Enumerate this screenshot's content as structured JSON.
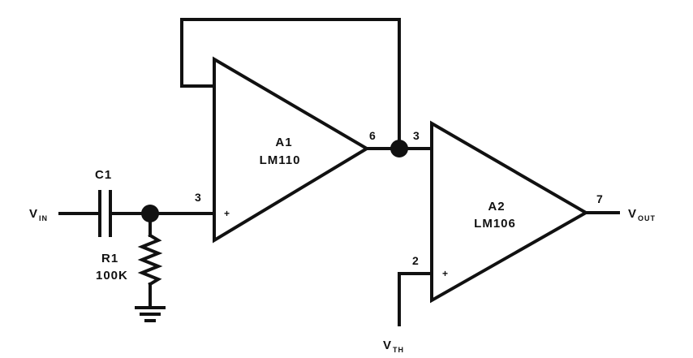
{
  "amplifiers": {
    "a1": {
      "name": "A1",
      "part": "LM110",
      "pin_in": "3",
      "pin_out": "6",
      "plus": "+"
    },
    "a2": {
      "name": "A2",
      "part": "LM106",
      "pin_in_top": "3",
      "pin_in_bottom": "2",
      "pin_out": "7",
      "plus": "+"
    }
  },
  "components": {
    "c1": {
      "name": "C1"
    },
    "r1": {
      "name": "R1",
      "value": "100K"
    }
  },
  "signals": {
    "vin": {
      "main": "V",
      "sub": "IN"
    },
    "vout": {
      "main": "V",
      "sub": "OUT"
    },
    "vth": {
      "main": "V",
      "sub": "TH"
    }
  }
}
